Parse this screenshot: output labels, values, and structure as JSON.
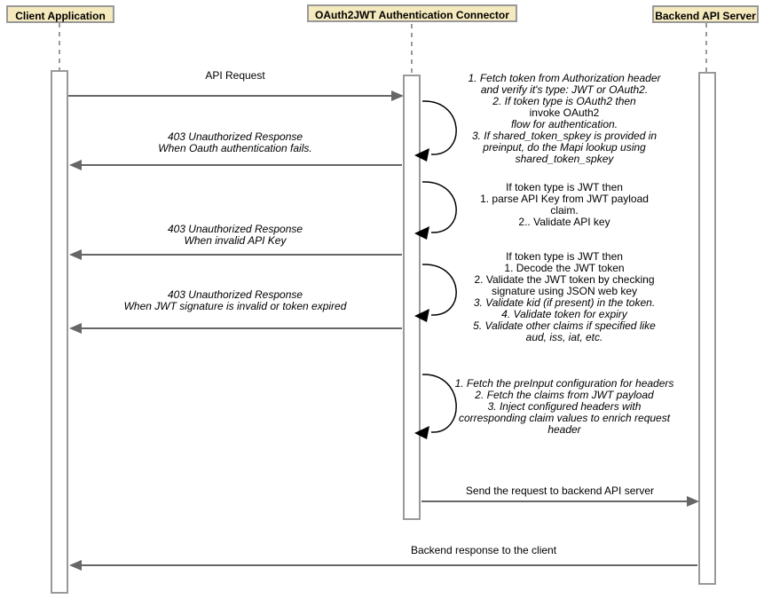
{
  "diagram": {
    "type": "uml-sequence-diagram",
    "participants": [
      {
        "label": "Client Application"
      },
      {
        "label": "OAuth2JWT Authentication Connector"
      },
      {
        "label": "Backend API Server"
      }
    ],
    "messages": {
      "api_request": {
        "from": "Client Application",
        "to": "OAuth2JWT Authentication Connector",
        "lines": [
          {
            "t": "API Request",
            "i": false
          }
        ]
      },
      "resp_oauth_fail": {
        "from": "OAuth2JWT Authentication Connector",
        "to": "Client Application",
        "lines": [
          {
            "t": "403 Unauthorized Response",
            "i": true
          },
          {
            "t": "When Oauth authentication fails.",
            "i": true
          }
        ]
      },
      "resp_invalid_key": {
        "from": "OAuth2JWT Authentication Connector",
        "to": "Client Application",
        "lines": [
          {
            "t": "403 Unauthorized Response",
            "i": true
          },
          {
            "t": "When invalid API Key",
            "i": true
          }
        ]
      },
      "resp_jwt_invalid": {
        "from": "OAuth2JWT Authentication Connector",
        "to": "Client Application",
        "lines": [
          {
            "t": "403 Unauthorized Response",
            "i": true
          },
          {
            "t": "When JWT signature is invalid or token expired",
            "i": true
          }
        ]
      },
      "send_backend": {
        "from": "OAuth2JWT Authentication Connector",
        "to": "Backend API Server",
        "lines": [
          {
            "t": "Send the request to backend API server",
            "i": false
          }
        ]
      },
      "backend_response": {
        "from": "Backend API Server",
        "to": "Client Application",
        "lines": [
          {
            "t": "Backend response to the client",
            "i": false
          }
        ]
      }
    },
    "self_messages": {
      "note_fetch_token": {
        "lines": [
          {
            "t": "1. Fetch token from Authorization header",
            "i": true
          },
          {
            "t": "and verify it's type: JWT or OAuth2.",
            "i": true
          },
          {
            "t": "2. If token type is OAuth2 then",
            "i": true
          },
          {
            "t": "invoke OAuth2",
            "i": false
          },
          {
            "t": "flow for authentication.",
            "i": true
          },
          {
            "t": "3. If shared_token_spkey is provided in",
            "i": true
          },
          {
            "t": "preinput, do the Mapi lookup using",
            "i": true
          },
          {
            "t": "shared_token_spkey",
            "i": true
          }
        ]
      },
      "note_parse_key": {
        "lines": [
          {
            "t": "If token type is JWT then",
            "i": false
          },
          {
            "t": "1. parse API Key from JWT payload",
            "i": false
          },
          {
            "t": "claim.",
            "i": false
          },
          {
            "t": "2.. Validate API key",
            "i": false
          }
        ]
      },
      "note_validate_jwt": {
        "lines": [
          {
            "t": "If token type is JWT then",
            "i": false
          },
          {
            "t": "1. Decode the JWT token",
            "i": false
          },
          {
            "t": "2. Validate the JWT token by checking",
            "i": false
          },
          {
            "t": "signature using JSON web key",
            "i": false
          },
          {
            "t": "3. Validate kid (if present) in the token.",
            "i": true
          },
          {
            "t": "4. Validate token for expiry",
            "i": true
          },
          {
            "t": "5. Validate other claims if specified like",
            "i": true
          },
          {
            "t": "aud, iss, iat, etc.",
            "i": true
          }
        ]
      },
      "note_enrich_header": {
        "lines": [
          {
            "t": "1. Fetch the preInput configuration for headers",
            "i": true
          },
          {
            "t": "2. Fetch the claims from JWT payload",
            "i": true
          },
          {
            "t": "3. Inject configured headers with",
            "i": true
          },
          {
            "t": "corresponding claim values to enrich request",
            "i": true
          },
          {
            "t": "header",
            "i": true
          }
        ]
      }
    },
    "colors": {
      "participant_fill": "#f5e9be",
      "participant_border": "#999999",
      "lifeline": "#999999",
      "activation_fill": "#ffffff",
      "activation_border": "#999999",
      "message_line": "#666666",
      "self_message_line": "#000000",
      "text": "#000000"
    }
  }
}
